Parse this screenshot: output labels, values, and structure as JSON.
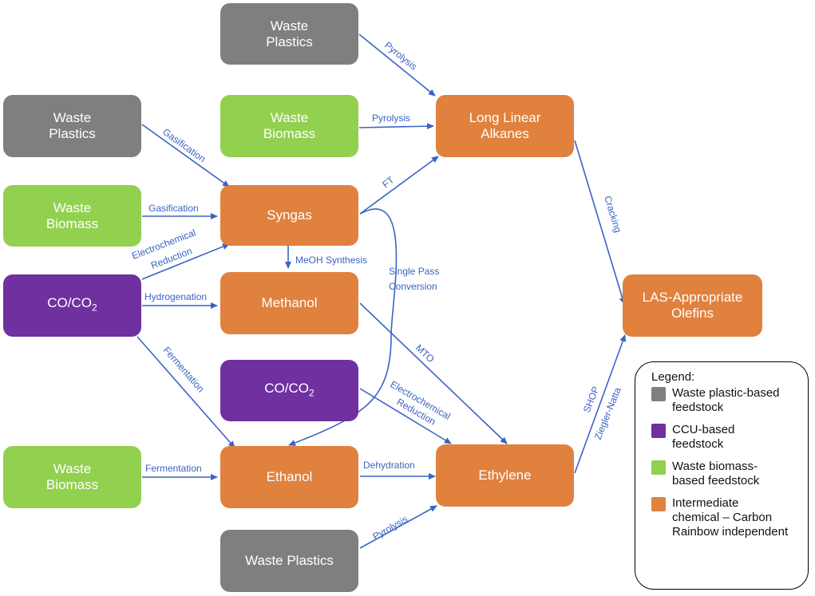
{
  "nodes": [
    {
      "id": "wp_top",
      "line1": "Waste",
      "line2": "Plastics",
      "category": "plastic"
    },
    {
      "id": "wb_top",
      "line1": "Waste",
      "line2": "Biomass",
      "category": "biomass"
    },
    {
      "id": "wp_left",
      "line1": "Waste",
      "line2": "Plastics",
      "category": "plastic"
    },
    {
      "id": "wb_left",
      "line1": "Waste",
      "line2": "Biomass",
      "category": "biomass"
    },
    {
      "id": "co_left",
      "line1": "CO/CO",
      "sub": "2",
      "category": "ccu"
    },
    {
      "id": "wb_bottom",
      "line1": "Waste",
      "line2": "Biomass",
      "category": "biomass"
    },
    {
      "id": "syngas",
      "line1": "Syngas",
      "category": "intermediate"
    },
    {
      "id": "methanol",
      "line1": "Methanol",
      "category": "intermediate"
    },
    {
      "id": "co_mid",
      "line1": "CO/CO",
      "sub": "2",
      "category": "ccu"
    },
    {
      "id": "ethanol",
      "line1": "Ethanol",
      "category": "intermediate"
    },
    {
      "id": "wp_bottom",
      "line1": "Waste Plastics",
      "category": "plastic"
    },
    {
      "id": "alkanes",
      "line1": "Long Linear",
      "line2": "Alkanes",
      "category": "intermediate"
    },
    {
      "id": "ethylene",
      "line1": "Ethylene",
      "category": "intermediate"
    },
    {
      "id": "olefins",
      "line1": "LAS-Appropriate",
      "line2": "Olefins",
      "category": "intermediate"
    }
  ],
  "edges": {
    "pyrolysis_top": "Pyrolysis",
    "pyrolysis_biomass": "Pyrolysis",
    "gasification_plastics": "Gasification",
    "gasification_biomass": "Gasification",
    "electrochemical_1": "Electrochemical",
    "reduction_1": "Reduction",
    "hydrogenation": "Hydrogenation",
    "fermentation_co": "Fermentation",
    "fermentation_biomass": "Fermentation",
    "ft": "FT",
    "meoh": "MeOH Synthesis",
    "single_pass_1": "Single Pass",
    "single_pass_2": "Conversion",
    "mto": "MTO",
    "electrochemical_2": "Electrochemical",
    "reduction_2": "Reduction",
    "dehydration": "Dehydration",
    "pyrolysis_bottom": "Pyrolysis",
    "cracking": "Cracking",
    "shop": "SHOP",
    "ziegler": "Ziegler-Natta"
  },
  "colors": {
    "plastic": "#7f7f7f",
    "ccu": "#7030a0",
    "biomass": "#92d050",
    "intermediate": "#e0813e",
    "arrow": "#3a63c4"
  },
  "legend": {
    "title": "Legend:",
    "items": [
      {
        "category": "plastic",
        "text": "Waste plastic-based\nfeedstock"
      },
      {
        "category": "ccu",
        "text": "CCU-based\nfeedstock"
      },
      {
        "category": "biomass",
        "text": "Waste biomass-\nbased feedstock"
      },
      {
        "category": "intermediate",
        "text": "Intermediate\nchemical – Carbon\nRainbow independent"
      }
    ]
  }
}
